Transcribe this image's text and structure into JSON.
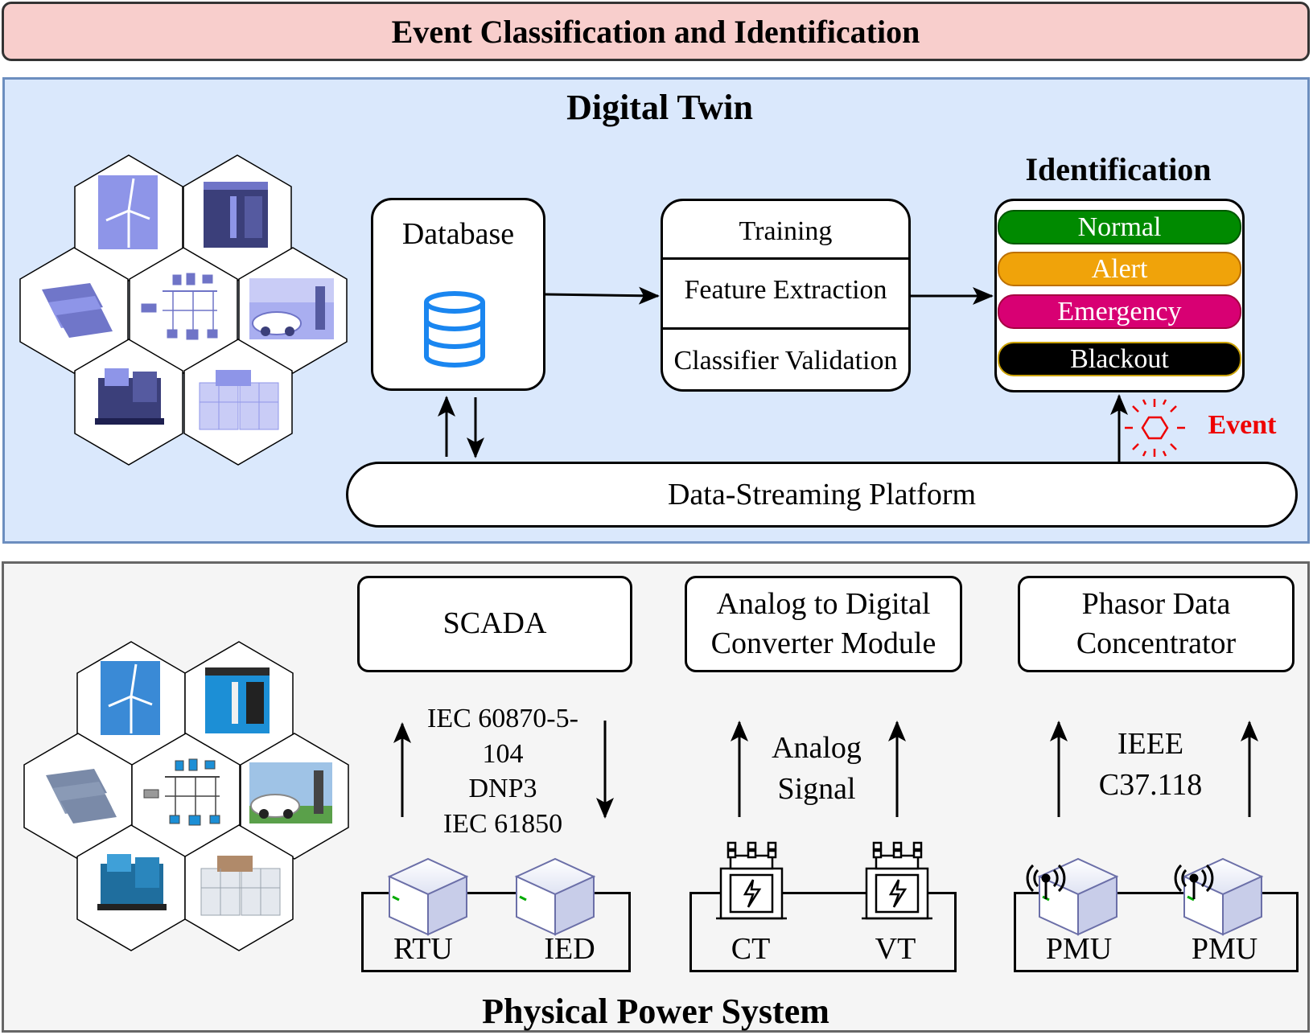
{
  "banner": {
    "title": "Event Classification and Identification"
  },
  "digital_twin": {
    "title": "Digital Twin",
    "database": {
      "label": "Database"
    },
    "process": {
      "rows": [
        "Training",
        "Feature Extraction",
        "Classifier Validation"
      ]
    },
    "identification": {
      "title": "Identification",
      "states": [
        {
          "label": "Normal",
          "color": "#008a00"
        },
        {
          "label": "Alert",
          "color": "#f0a30a"
        },
        {
          "label": "Emergency",
          "color": "#d80073"
        },
        {
          "label": "Blackout",
          "color": "#000000"
        }
      ]
    },
    "streaming": {
      "label": "Data-Streaming Platform"
    },
    "event": {
      "label": "Event"
    }
  },
  "physical": {
    "title": "Physical Power System",
    "scada": {
      "label": "SCADA",
      "protocols": [
        "IEC 60870-5-",
        "104",
        "DNP3",
        "IEC 61850"
      ],
      "devices": [
        "RTU",
        "IED"
      ]
    },
    "adc": {
      "label_line1": "Analog to Digital",
      "label_line2": "Converter Module",
      "signal_line1": "Analog",
      "signal_line2": "Signal",
      "devices": [
        "CT",
        "VT"
      ]
    },
    "pdc": {
      "label_line1": "Phasor Data",
      "label_line2": "Concentrator",
      "protocol_line1": "IEEE",
      "protocol_line2": "C37.118",
      "devices": [
        "PMU",
        "PMU"
      ]
    }
  },
  "colors": {
    "twin_bg": "#dae8fc",
    "twin_border": "#6c8ebf",
    "physical_bg": "#f5f5f5",
    "banner_bg": "#f8cecc",
    "event_red": "#e00000"
  }
}
